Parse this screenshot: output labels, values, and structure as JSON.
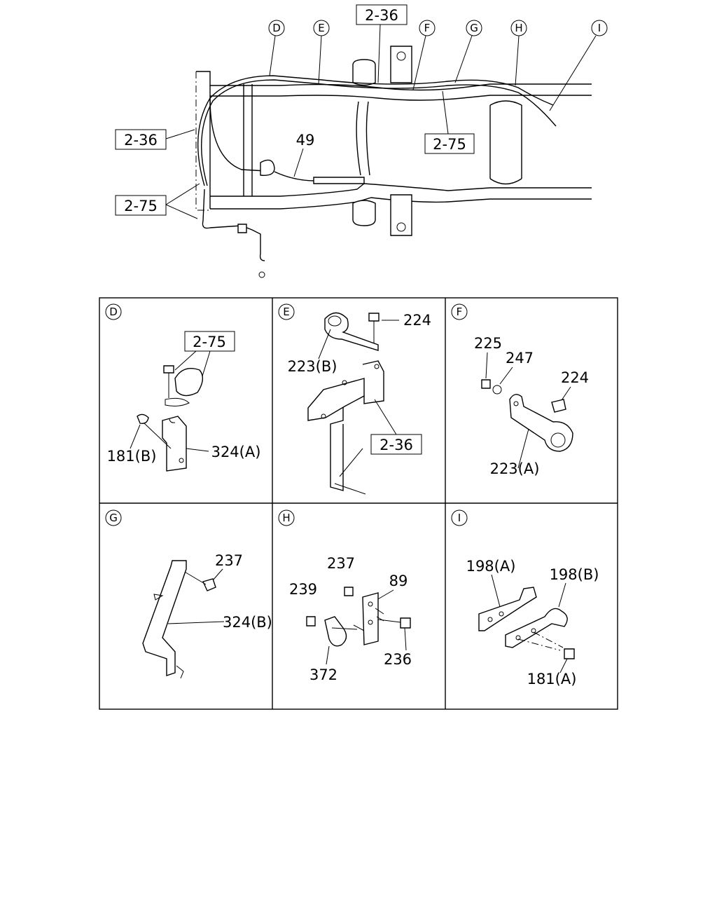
{
  "callouts": {
    "D": "D",
    "E": "E",
    "F": "F",
    "G": "G",
    "H": "H",
    "I": "I"
  },
  "refs": {
    "r236_top": "2-36",
    "r236_left": "2-36",
    "r275_mid": "2-75",
    "r275_left": "2-75",
    "r275_d": "2-75",
    "r236_e": "2-36"
  },
  "parts": {
    "p49": "49",
    "p181b": "181(B)",
    "p324a": "324(A)",
    "p224_e": "224",
    "p223b": "223(B)",
    "p225": "225",
    "p247": "247",
    "p224_f": "224",
    "p223a": "223(A)",
    "p237_g": "237",
    "p324b": "324(B)",
    "p237_h": "237",
    "p89": "89",
    "p239": "239",
    "p236": "236",
    "p372": "372",
    "p198a": "198(A)",
    "p198b": "198(B)",
    "p181a": "181(A)"
  }
}
